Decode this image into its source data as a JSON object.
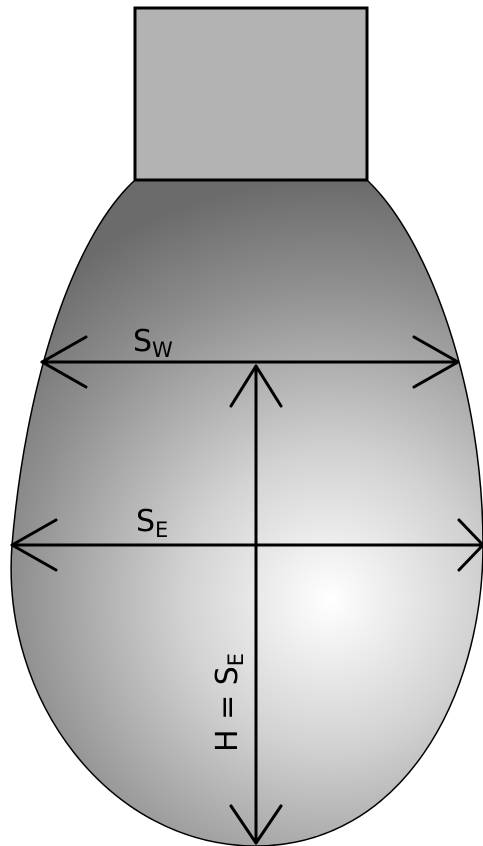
{
  "labels": {
    "sw_main": "S",
    "sw_sub": "W",
    "se_main": "S",
    "se_sub": "E",
    "h_main": "H = S",
    "h_sub": "E"
  },
  "colors": {
    "neck_fill": "#b3b3b3",
    "outline": "#000000",
    "body_highlight": "#ffffff",
    "body_shadow": "#6b6b6b"
  }
}
